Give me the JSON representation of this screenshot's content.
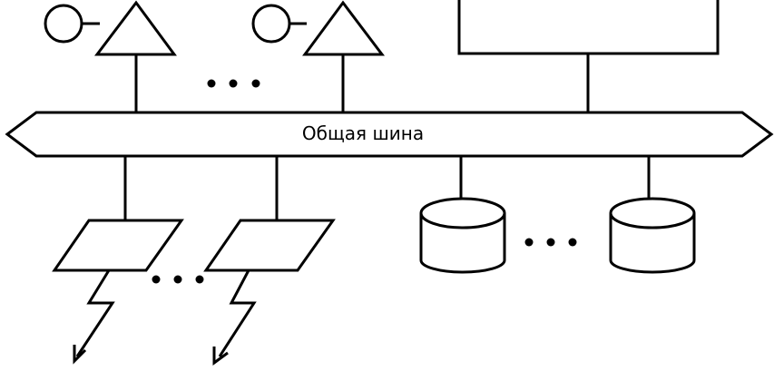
{
  "bus": {
    "label": "Общая шина"
  },
  "colors": {
    "stroke": "#000000",
    "background": "#ffffff"
  },
  "diagram": {
    "processor_units": 2,
    "storage_devices": 2,
    "communication_adapters": 2,
    "memory_blocks": 1,
    "ellipsis_marks": 3
  }
}
